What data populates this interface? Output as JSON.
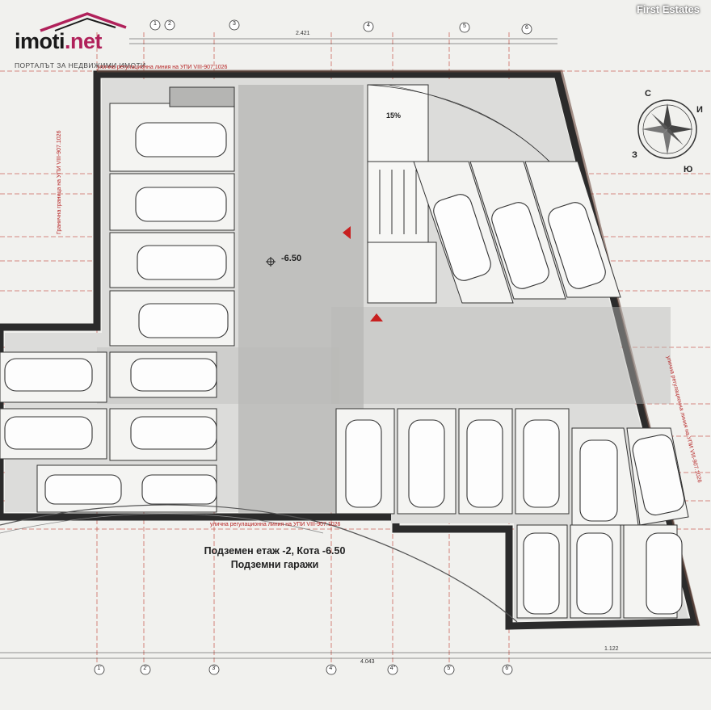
{
  "branding": {
    "logo_text_main": "imoti",
    "logo_text_dot": ".net",
    "logo_tagline": "ПОРТАЛЪТ ЗА НЕДВИЖИМИ ИМОТИ",
    "logo_color": "#b0215a",
    "watermark": "First Estates"
  },
  "plan": {
    "title_line1": "Подземен етаж -2, Кота -6.50",
    "title_line2": "Подземни гаражи",
    "level_mark": "-6.50",
    "ramp_slope": "15%",
    "street_line_top": "улична регулационна линия на УПИ VIII-907.1026",
    "street_line_bottom": "улична регулационна линия на УПИ VIII-907.1026",
    "boundary_left": "Гранична граница на УПИ VIII-907.1026",
    "boundary_right_top": "улична регулационна линия на УПИ VIII-907.1026",
    "compass": {
      "n": "С",
      "s": "Ю",
      "w": "З",
      "e": "И"
    },
    "axes_top": [
      "1",
      "2",
      "3",
      "4",
      "5",
      "6"
    ],
    "axes_bottom": [
      "1'",
      "2'",
      "3'",
      "4'",
      "4''",
      "5'",
      "6'"
    ],
    "dim_top_total": "2.421",
    "dim_bottom_total": "4.043",
    "dim_bottom_right": "1.122",
    "wall_color": "#222222",
    "grid_color": "#c0392b"
  }
}
